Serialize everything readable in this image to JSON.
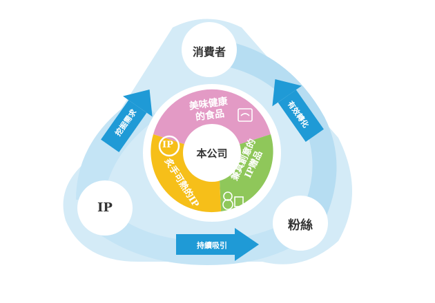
{
  "nodes": {
    "consumer": "消費者",
    "ip": "IP",
    "fans": "粉絲",
    "company": "本公司"
  },
  "cycle_arrows": {
    "left": "挖掘需求",
    "right": "有效轉化",
    "bottom": "持續吸引"
  },
  "segments": {
    "pink": [
      "美味健康",
      "的食品"
    ],
    "green": [
      "兼具創意的",
      "IP贈品"
    ],
    "yellow": "炙手可熱的IP",
    "ip_badge": "IP"
  },
  "colors": {
    "bg_blue": "#d4ebf7",
    "mid_blue": "#a8d6ef",
    "arrow_blue": "#1f9ad6",
    "pink": "#e39ac5",
    "green": "#8fc75a",
    "yellow": "#f6bf19"
  }
}
